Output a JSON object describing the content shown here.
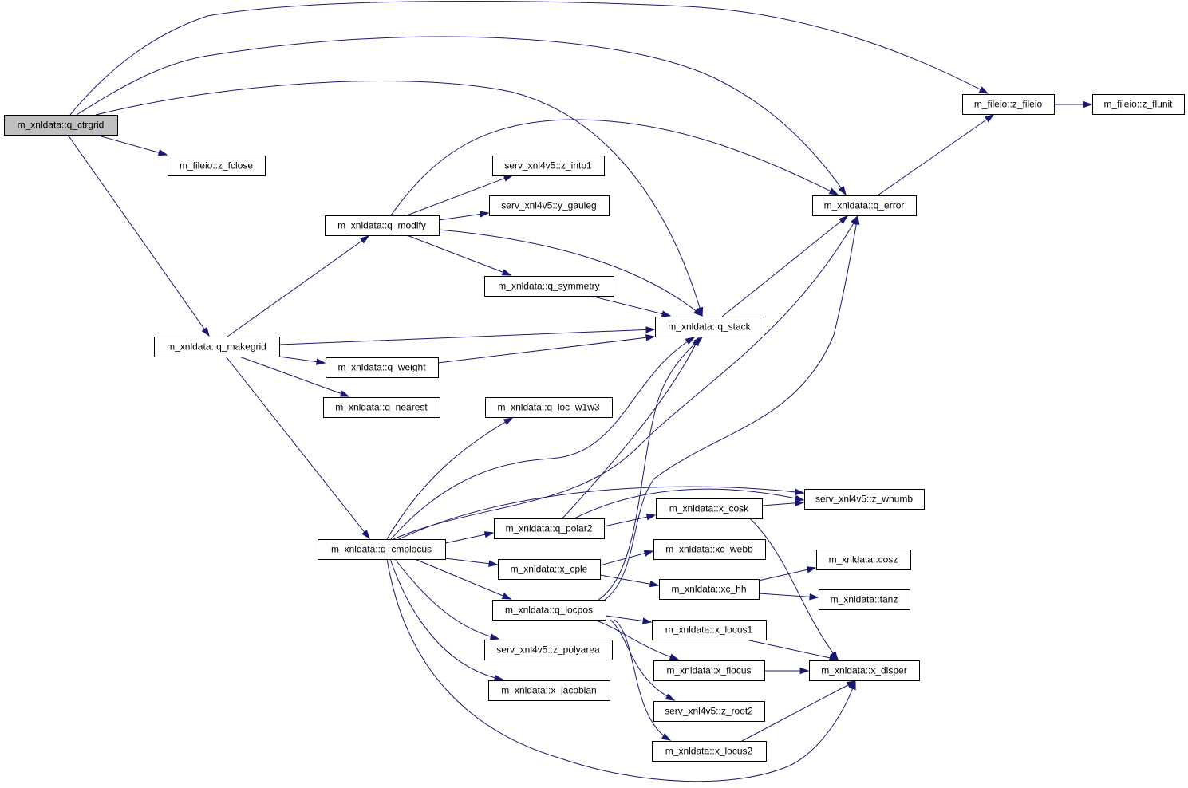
{
  "graph": {
    "colors": {
      "edge": "#191970",
      "node_border": "#000000",
      "root_fill": "#bfbfbf",
      "node_fill": "#ffffff"
    },
    "nodes": [
      {
        "id": "q_ctrgrid",
        "label": "m_xnldata::q_ctrgrid",
        "root": true
      },
      {
        "id": "z_fileio",
        "label": "m_fileio::z_fileio"
      },
      {
        "id": "z_flunit",
        "label": "m_fileio::z_flunit"
      },
      {
        "id": "z_fclose",
        "label": "m_fileio::z_fclose"
      },
      {
        "id": "z_intp1",
        "label": "serv_xnl4v5::z_intp1"
      },
      {
        "id": "y_gauleg",
        "label": "serv_xnl4v5::y_gauleg"
      },
      {
        "id": "q_error",
        "label": "m_xnldata::q_error"
      },
      {
        "id": "q_modify",
        "label": "m_xnldata::q_modify"
      },
      {
        "id": "q_symmetry",
        "label": "m_xnldata::q_symmetry"
      },
      {
        "id": "q_stack",
        "label": "m_xnldata::q_stack"
      },
      {
        "id": "q_makegrid",
        "label": "m_xnldata::q_makegrid"
      },
      {
        "id": "q_weight",
        "label": "m_xnldata::q_weight"
      },
      {
        "id": "q_nearest",
        "label": "m_xnldata::q_nearest"
      },
      {
        "id": "q_loc_w1w3",
        "label": "m_xnldata::q_loc_w1w3"
      },
      {
        "id": "z_wnumb",
        "label": "serv_xnl4v5::z_wnumb"
      },
      {
        "id": "x_cosk",
        "label": "m_xnldata::x_cosk"
      },
      {
        "id": "q_polar2",
        "label": "m_xnldata::q_polar2"
      },
      {
        "id": "q_cmplocus",
        "label": "m_xnldata::q_cmplocus"
      },
      {
        "id": "xc_webb",
        "label": "m_xnldata::xc_webb"
      },
      {
        "id": "cosz",
        "label": "m_xnldata::cosz"
      },
      {
        "id": "x_cple",
        "label": "m_xnldata::x_cple"
      },
      {
        "id": "xc_hh",
        "label": "m_xnldata::xc_hh"
      },
      {
        "id": "tanz",
        "label": "m_xnldata::tanz"
      },
      {
        "id": "q_locpos",
        "label": "m_xnldata::q_locpos"
      },
      {
        "id": "x_locus1",
        "label": "m_xnldata::x_locus1"
      },
      {
        "id": "z_polyarea",
        "label": "serv_xnl4v5::z_polyarea"
      },
      {
        "id": "x_flocus",
        "label": "m_xnldata::x_flocus"
      },
      {
        "id": "x_disper",
        "label": "m_xnldata::x_disper"
      },
      {
        "id": "x_jacobian",
        "label": "m_xnldata::x_jacobian"
      },
      {
        "id": "z_root2",
        "label": "serv_xnl4v5::z_root2"
      },
      {
        "id": "x_locus2",
        "label": "m_xnldata::x_locus2"
      }
    ],
    "edges": [
      [
        "q_ctrgrid",
        "z_fileio"
      ],
      [
        "q_ctrgrid",
        "q_error"
      ],
      [
        "q_ctrgrid",
        "q_stack"
      ],
      [
        "q_ctrgrid",
        "z_fclose"
      ],
      [
        "q_ctrgrid",
        "q_makegrid"
      ],
      [
        "z_fileio",
        "z_flunit"
      ],
      [
        "q_error",
        "z_fileio"
      ],
      [
        "q_modify",
        "q_error"
      ],
      [
        "q_modify",
        "z_intp1"
      ],
      [
        "q_modify",
        "y_gauleg"
      ],
      [
        "q_modify",
        "q_stack"
      ],
      [
        "q_modify",
        "q_symmetry"
      ],
      [
        "q_symmetry",
        "q_stack"
      ],
      [
        "q_stack",
        "q_error"
      ],
      [
        "q_makegrid",
        "q_modify"
      ],
      [
        "q_makegrid",
        "q_stack"
      ],
      [
        "q_makegrid",
        "q_weight"
      ],
      [
        "q_makegrid",
        "q_nearest"
      ],
      [
        "q_makegrid",
        "q_cmplocus"
      ],
      [
        "q_weight",
        "q_stack"
      ],
      [
        "q_cmplocus",
        "q_loc_w1w3"
      ],
      [
        "q_cmplocus",
        "q_stack"
      ],
      [
        "q_cmplocus",
        "q_error"
      ],
      [
        "q_cmplocus",
        "z_wnumb"
      ],
      [
        "q_cmplocus",
        "q_polar2"
      ],
      [
        "q_cmplocus",
        "x_cple"
      ],
      [
        "q_cmplocus",
        "q_locpos"
      ],
      [
        "q_cmplocus",
        "z_polyarea"
      ],
      [
        "q_cmplocus",
        "x_jacobian"
      ],
      [
        "q_cmplocus",
        "x_disper"
      ],
      [
        "q_polar2",
        "q_stack"
      ],
      [
        "q_polar2",
        "z_wnumb"
      ],
      [
        "q_polar2",
        "x_cosk"
      ],
      [
        "x_cosk",
        "z_wnumb"
      ],
      [
        "x_cosk",
        "x_disper"
      ],
      [
        "x_cple",
        "xc_webb"
      ],
      [
        "x_cple",
        "xc_hh"
      ],
      [
        "xc_hh",
        "cosz"
      ],
      [
        "xc_hh",
        "tanz"
      ],
      [
        "q_locpos",
        "q_stack"
      ],
      [
        "q_locpos",
        "q_error"
      ],
      [
        "q_locpos",
        "x_locus1"
      ],
      [
        "q_locpos",
        "x_flocus"
      ],
      [
        "q_locpos",
        "z_root2"
      ],
      [
        "q_locpos",
        "x_locus2"
      ],
      [
        "x_locus1",
        "x_disper"
      ],
      [
        "x_flocus",
        "x_disper"
      ],
      [
        "x_locus2",
        "x_disper"
      ]
    ]
  }
}
